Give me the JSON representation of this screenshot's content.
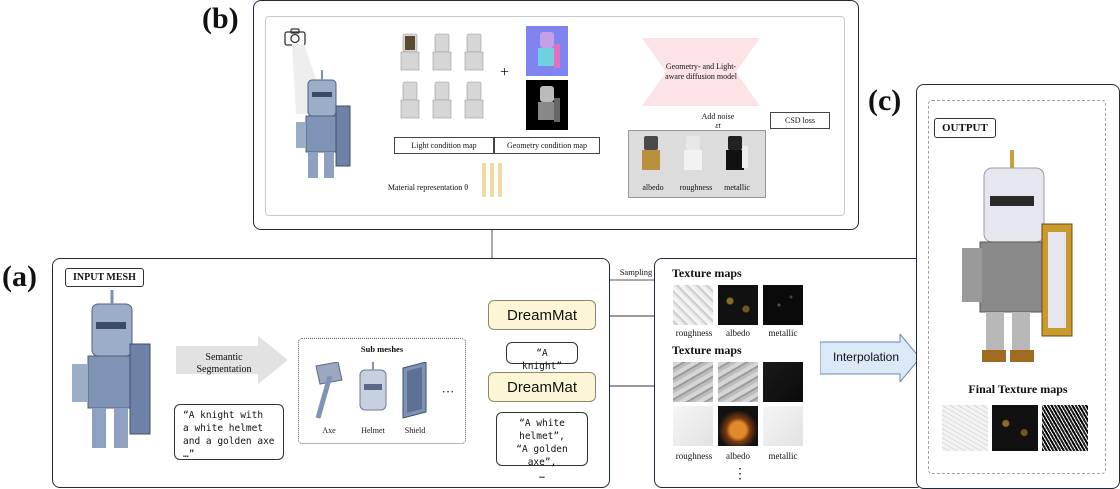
{
  "panel_b": {
    "letter": "(b)",
    "light_condition_map": "Light condition map",
    "geometry_condition_map": "Geometry condition map",
    "plus": "+",
    "diffusion_model_line1": "Geometry- and Light-",
    "diffusion_model_line2": "aware diffusion model",
    "add_noise_line1": "Add noise",
    "add_noise_line2": "εt",
    "csd_loss": "CSD loss",
    "material_representation": "Material representation θ",
    "albedo": "albedo",
    "roughness": "roughness",
    "metallic": "metallic"
  },
  "panel_a": {
    "letter": "(a)",
    "input_mesh": "INPUT MESH",
    "semantic_segmentation_line1": "Semantic",
    "semantic_segmentation_line2": "Segmentation",
    "sub_meshes": "Sub meshes",
    "axe": "Axe",
    "helmet": "Helmet",
    "shield": "Shield",
    "ellipsis": "···",
    "prompt_line1": "“A knight with",
    "prompt_line2": "a white helmet",
    "prompt_line3": "and a golden axe …”",
    "dreammat_top": "DreamMat",
    "dreammat_bottom": "DreamMat",
    "prompt_knight": "“A knight”",
    "prompt_sub_line1": "“A white helmet”,",
    "prompt_sub_line2": "“A golden axe”,",
    "prompt_sub_line3": "…"
  },
  "panel_c": {
    "letter": "(c)",
    "output": "OUTPUT",
    "final_texture_maps": "Final Texture maps"
  },
  "middle": {
    "sampling": "Sampling",
    "texture_maps_top": "Texture maps",
    "texture_maps_bottom": "Texture maps",
    "roughness_top": "roughness",
    "albedo_top": "albedo",
    "metallic_top": "metallic",
    "roughness_bottom": "roughness",
    "albedo_bottom": "albedo",
    "metallic_bottom": "metallic",
    "vertical_ellipsis": "⋮",
    "interpolation": "Interpolation"
  },
  "colors": {
    "panel_border": "#1f2a3a",
    "dreammat_fill": "#fdf6d6",
    "diffusion_fill": "#fbe3e6",
    "interpolation_fill": "#dbe8f7",
    "knight_blue": "#7f93b5"
  }
}
